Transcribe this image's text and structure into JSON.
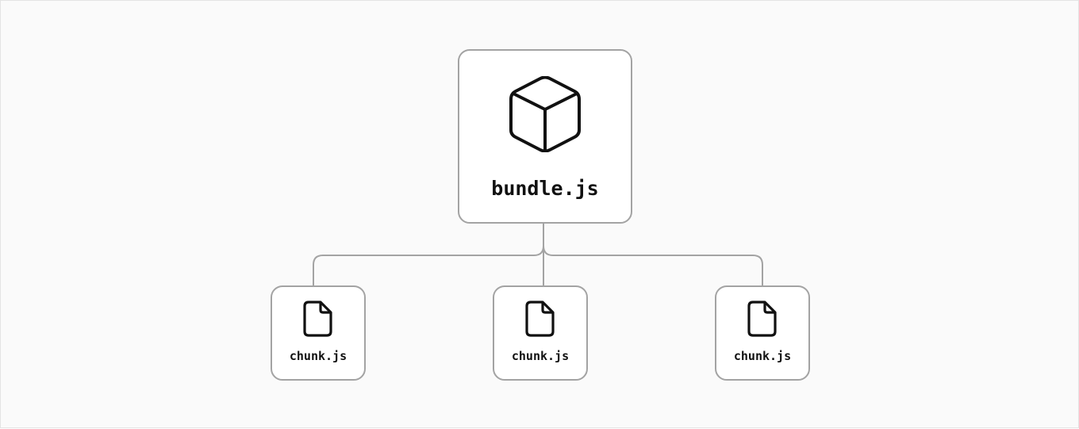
{
  "diagram": {
    "root": {
      "label": "bundle.js",
      "icon": "box-icon"
    },
    "children": [
      {
        "label": "chunk.js",
        "icon": "file-icon"
      },
      {
        "label": "chunk.js",
        "icon": "file-icon"
      },
      {
        "label": "chunk.js",
        "icon": "file-icon"
      }
    ],
    "colors": {
      "node_border": "#a3a3a3",
      "connector": "#a3a3a3",
      "text": "#111111",
      "background": "#fafafa"
    }
  }
}
